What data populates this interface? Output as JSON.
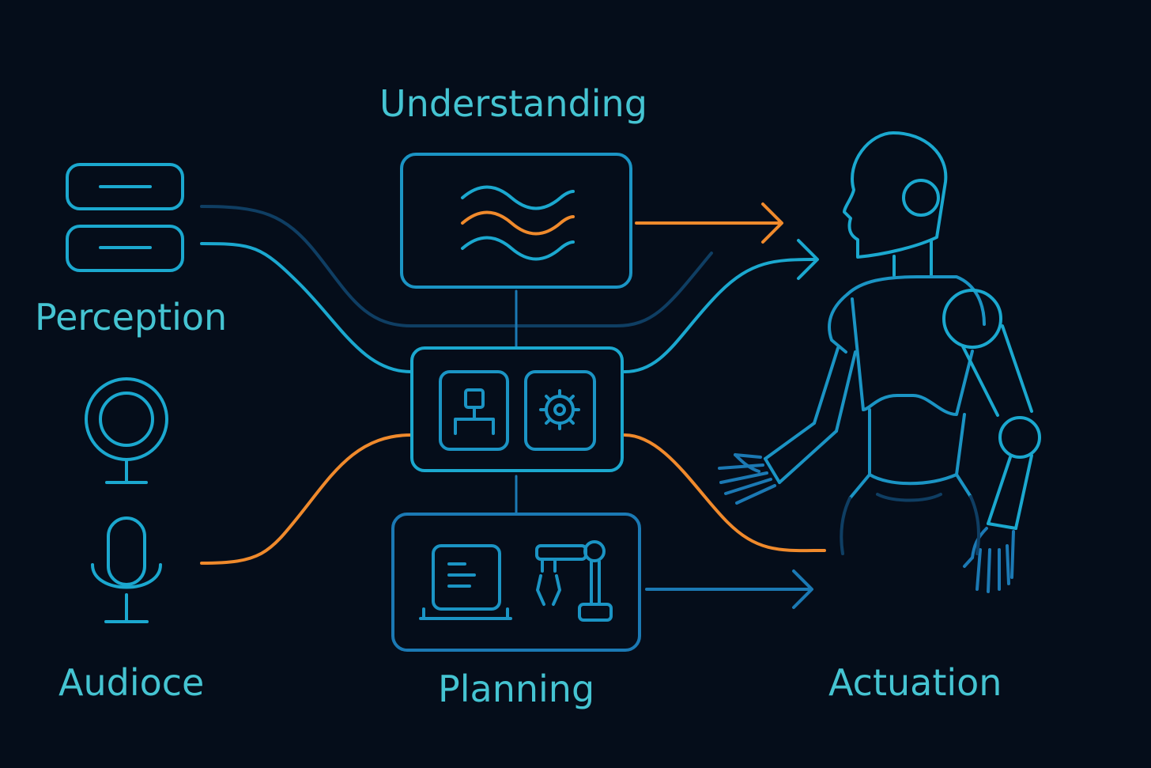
{
  "labels": {
    "understanding": "Understanding",
    "perception": "Perception",
    "audio": "Audioce",
    "planning": "Planning",
    "actuation": "Actuation"
  },
  "colors": {
    "background": "#050d1a",
    "primary": "#1ba8cf",
    "dim": "#0f3e63",
    "accent": "#f08a2c",
    "text": "#45c4d2"
  },
  "icons": [
    "server-stack-icon",
    "webcam-icon",
    "microphone-icon",
    "waveform-icon",
    "user-icon",
    "gear-icon",
    "laptop-icon",
    "robot-arm-icon",
    "humanoid-robot-icon"
  ]
}
